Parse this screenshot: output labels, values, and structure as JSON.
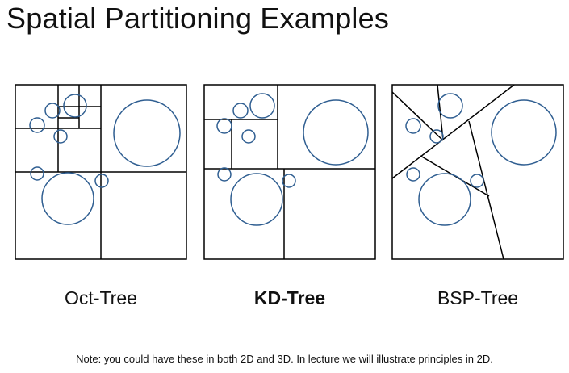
{
  "title": "Spatial Partitioning Examples",
  "diagrams": [
    {
      "label": "Oct-Tree"
    },
    {
      "label": "KD-Tree"
    },
    {
      "label": "BSP-Tree"
    }
  ],
  "note": "Note: you could have these in both 2D and 3D.  In lecture we will illustrate principles in 2D.",
  "colors": {
    "circle": "#2f5e91",
    "line": "#000000"
  }
}
